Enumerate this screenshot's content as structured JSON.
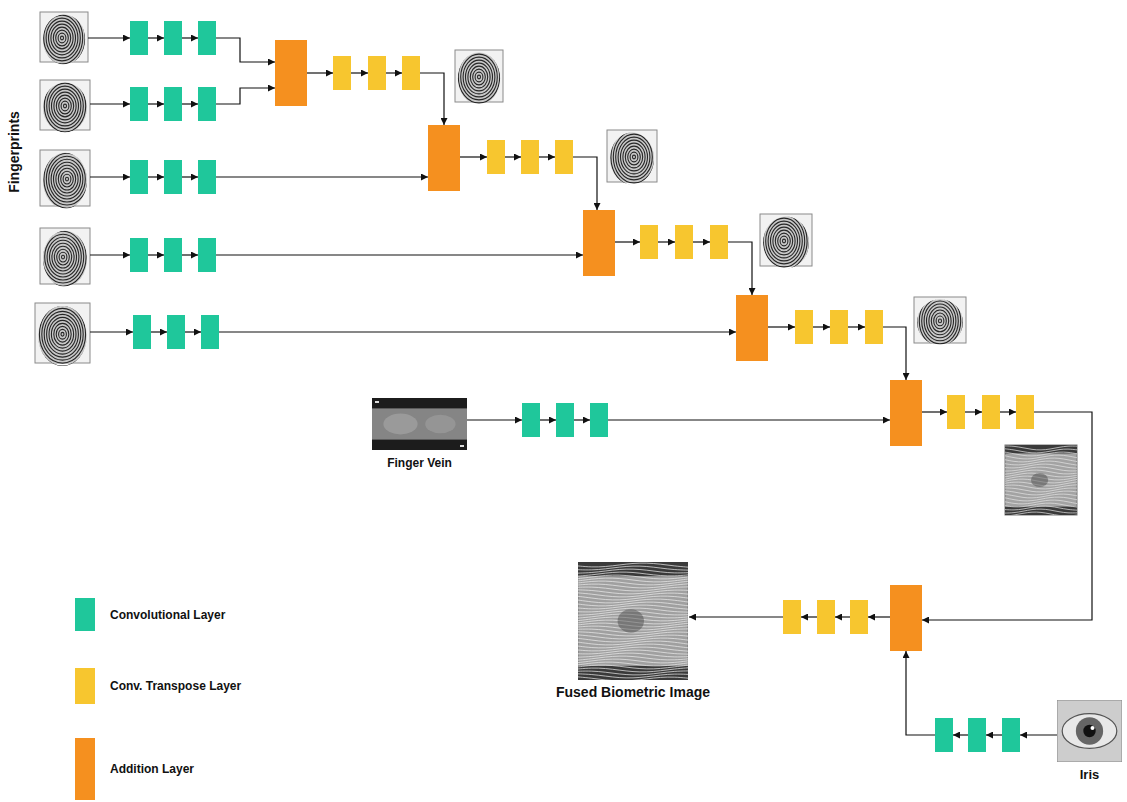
{
  "diagram": {
    "nodes": [
      {
        "text": [
          "Finger Vein"
        ]
      },
      {
        "text": [
          "Fused Biometric Image"
        ]
      },
      {
        "text": [
          "Iris"
        ]
      }
    ],
    "labels": [
      "Fingerprints"
    ],
    "legend": [
      {
        "text": "Convolutional Layer",
        "color": "#1fc79b"
      },
      {
        "text": "Conv. Transpose Layer",
        "color": "#f7c62f"
      },
      {
        "text": "Addition Layer",
        "color": "#f5901f"
      }
    ]
  }
}
